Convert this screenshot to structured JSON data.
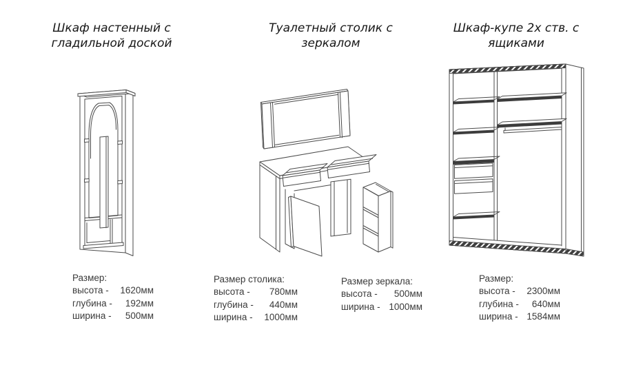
{
  "page": {
    "background": "#ffffff",
    "line_color": "#4a4a4a",
    "shelf_edge_color": "#3c3c3c",
    "title_color": "#161616",
    "text_color": "#3a3a3a"
  },
  "products": [
    {
      "title_lines": [
        "Шкаф настенный с",
        "гладильной доской"
      ],
      "drawing": "wall-cabinet-with-ironing-board-drawing",
      "specs": [
        {
          "heading": "Размер:",
          "rows": [
            {
              "label": "высота -",
              "value": "1620мм"
            },
            {
              "label": "глубина -",
              "value": "192мм"
            },
            {
              "label": "ширина -",
              "value": "500мм"
            }
          ]
        }
      ]
    },
    {
      "title_lines": [
        "Туалетный столик с",
        "зеркалом"
      ],
      "drawing": "dressing-table-with-mirror-drawing",
      "specs": [
        {
          "heading": "Размер столика:",
          "rows": [
            {
              "label": "высота -",
              "value": "780мм"
            },
            {
              "label": "глубина -",
              "value": "440мм"
            },
            {
              "label": "ширина -",
              "value": "1000мм"
            }
          ]
        },
        {
          "heading": "Размер зеркала:",
          "rows": [
            {
              "label": "высота -",
              "value": "500мм"
            },
            {
              "label": "ширина -",
              "value": "1000мм"
            }
          ]
        }
      ]
    },
    {
      "title_lines": [
        "Шкаф-купе 2х ств. с",
        "ящиками"
      ],
      "drawing": "sliding-wardrobe-2-door-with-drawers-drawing",
      "specs": [
        {
          "heading": "Размер:",
          "rows": [
            {
              "label": "высота -",
              "value": "2300мм"
            },
            {
              "label": "глубина -",
              "value": "640мм"
            },
            {
              "label": "ширина -",
              "value": "1584мм"
            }
          ]
        }
      ]
    }
  ]
}
